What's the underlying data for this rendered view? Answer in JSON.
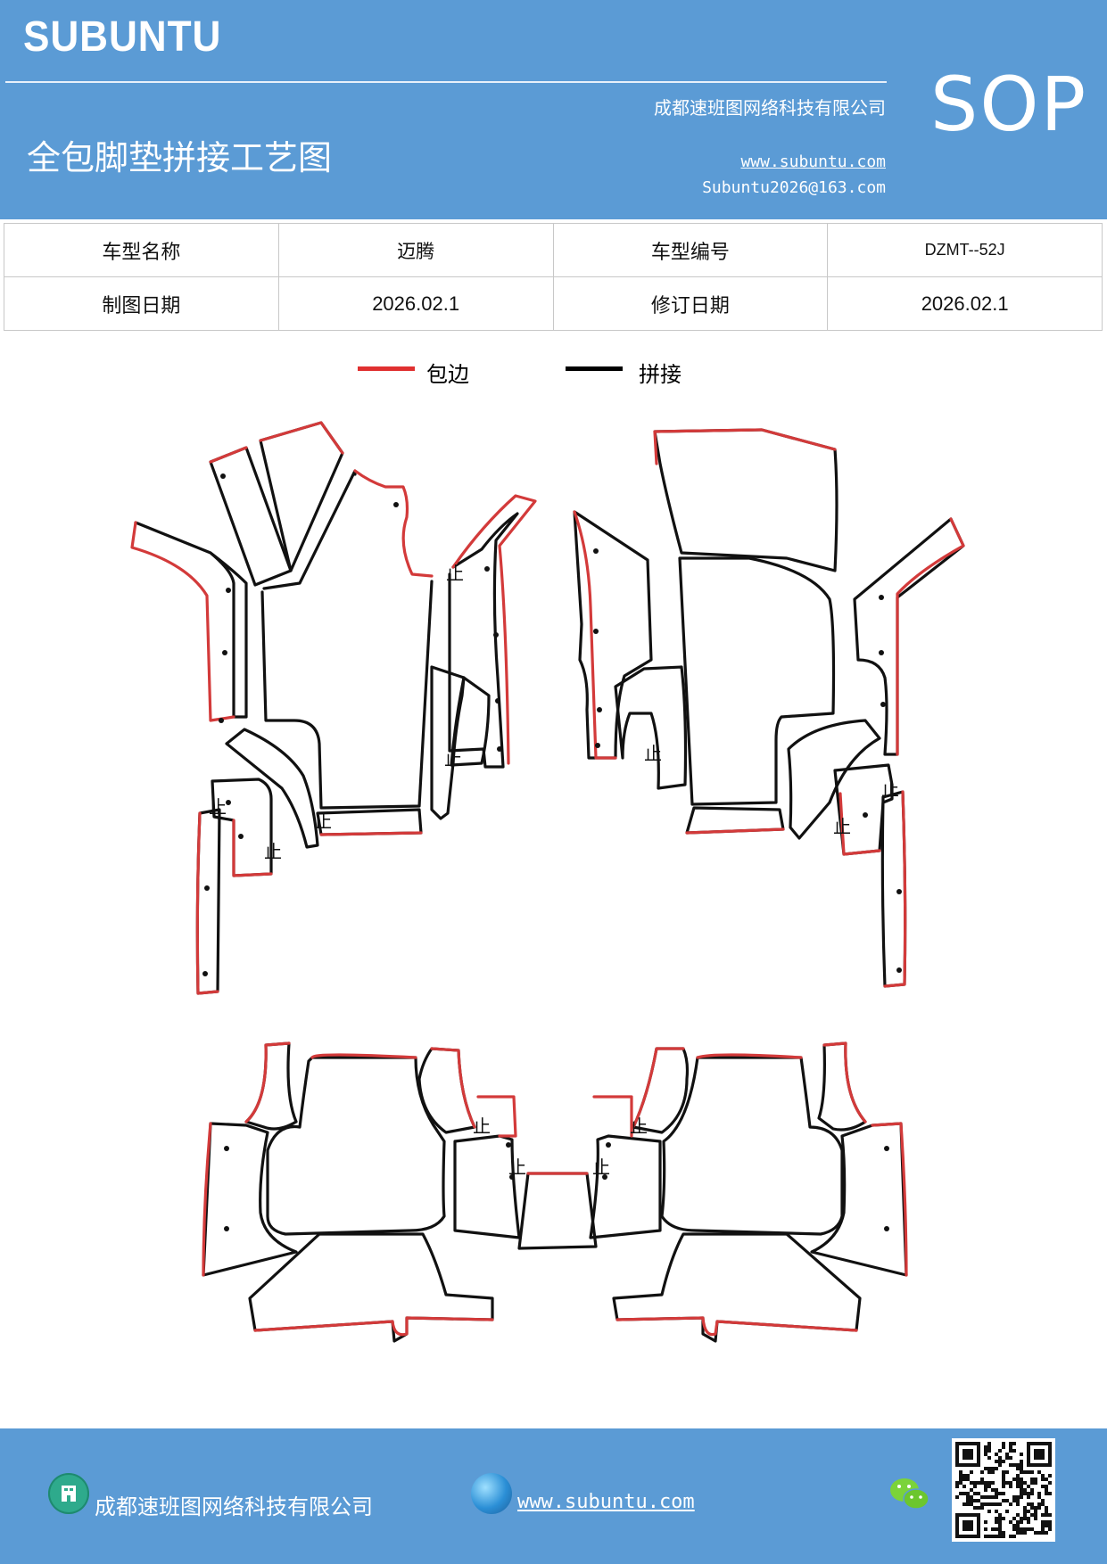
{
  "header": {
    "brand": "SUBUNTU",
    "badge": "SOP",
    "company": "成都速班图网络科技有限公司",
    "title": "全包脚垫拼接工艺图",
    "website": "www.subuntu.com",
    "email": "Subuntu2026@163.com"
  },
  "info_table": {
    "model_name_label": "车型名称",
    "model_name_value": "迈腾",
    "model_code_label": "车型编号",
    "model_code_value": "DZMT--52J",
    "draw_date_label": "制图日期",
    "draw_date_value": "2026.02.1",
    "revise_date_label": "修订日期",
    "revise_date_value": "2026.02.1"
  },
  "legend": {
    "items": [
      {
        "label": "包边",
        "color": "#e03030"
      },
      {
        "label": "拼接",
        "color": "#000000"
      }
    ]
  },
  "diagram": {
    "stop_mark": "止",
    "edge_color": "#d33a3a",
    "seam_color": "#111111"
  },
  "footer": {
    "company": "成都速班图网络科技有限公司",
    "website": "www.subuntu.com",
    "icons": [
      "building-icon",
      "globe-icon",
      "wechat-icon",
      "qr-code"
    ]
  }
}
